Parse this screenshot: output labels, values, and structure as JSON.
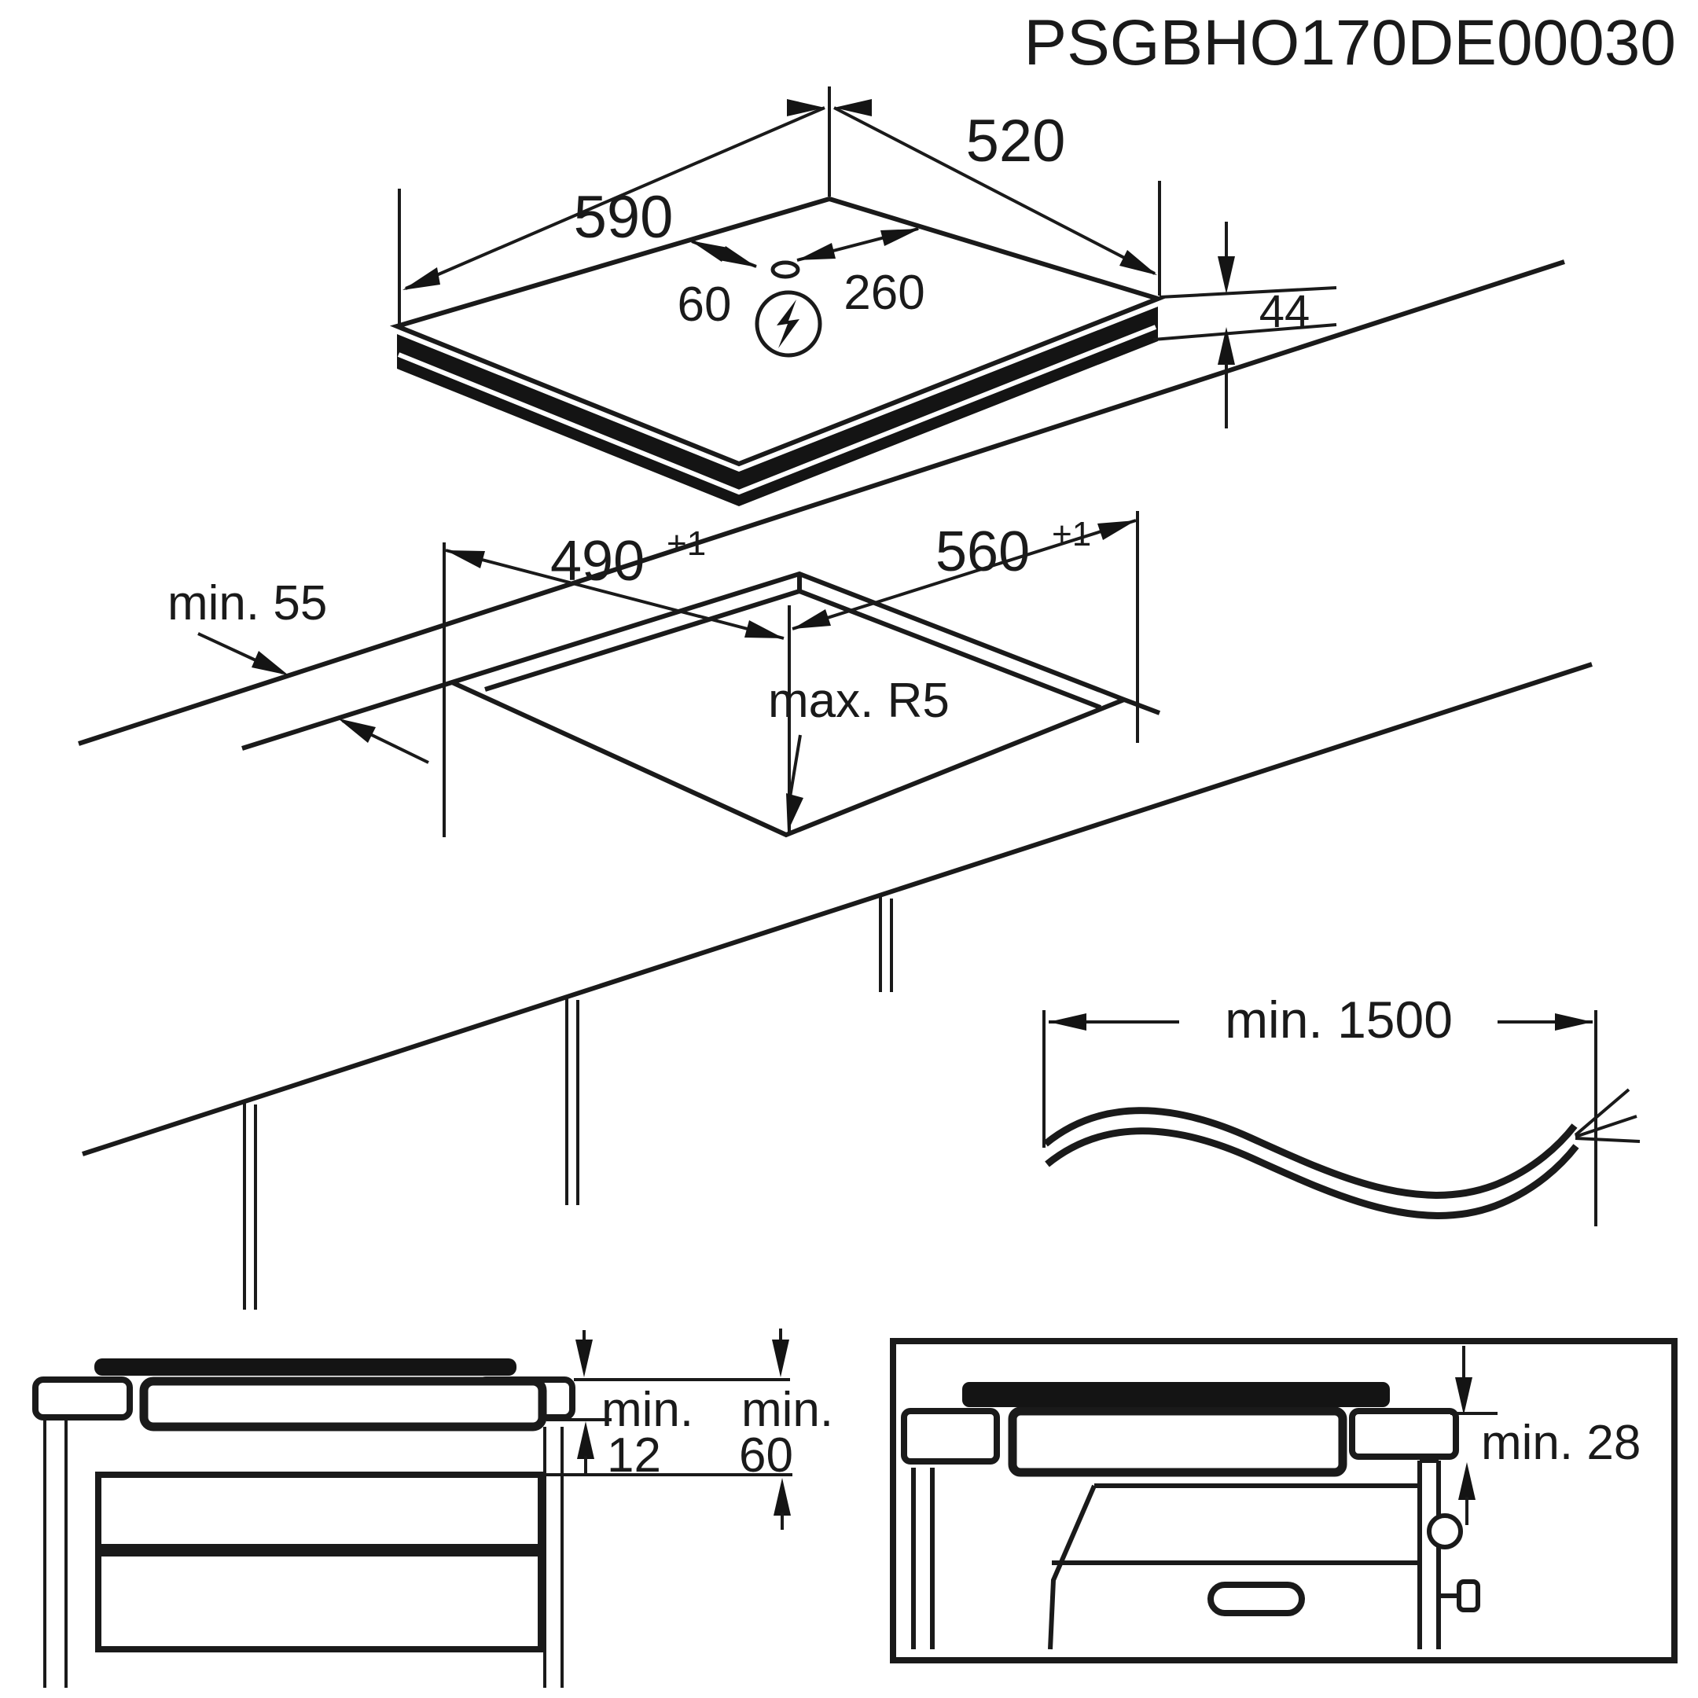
{
  "title": "PSGBHO170DE00030",
  "hob": {
    "width": "590",
    "depth": "520",
    "conn_offset_left": "60",
    "conn_offset_right": "260",
    "height": "44"
  },
  "cutout": {
    "depth": "490",
    "depth_tolerance": "+1",
    "width": "560",
    "width_tolerance": "+1",
    "back_clearance": "min. 55",
    "corner_radius": "max. R5"
  },
  "cable": {
    "length": "min. 1500"
  },
  "clearances": {
    "under_hob_label": "min.",
    "under_hob_value": "12",
    "to_cabinet_label": "min.",
    "to_cabinet_value": "60",
    "to_oven_label": "min. 28"
  }
}
